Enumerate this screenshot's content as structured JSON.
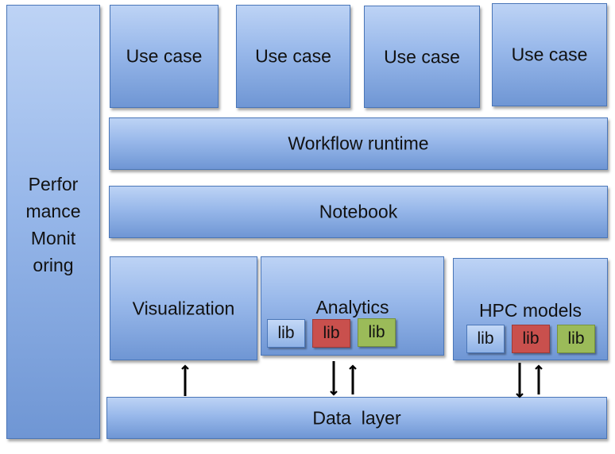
{
  "sidebar": {
    "lines": [
      "Perfor",
      "mance",
      "Monit",
      "oring"
    ]
  },
  "use_cases": [
    "Use case",
    "Use case",
    "Use case",
    "Use case"
  ],
  "workflow": {
    "label": "Workflow runtime"
  },
  "notebook": {
    "label": "Notebook"
  },
  "visualization": {
    "label": "Visualization"
  },
  "analytics": {
    "label": "Analytics",
    "libs": [
      "lib",
      "lib",
      "lib"
    ]
  },
  "hpc": {
    "label": "HPC models",
    "libs": [
      "lib",
      "lib",
      "lib"
    ]
  },
  "data_layer": {
    "label": "Data  layer"
  },
  "colors": {
    "box_top": "#bdd3f5",
    "box_bottom": "#6f96d4",
    "lib_red": "#c9504d",
    "lib_green": "#9bbb59",
    "arrow": "#000000"
  }
}
